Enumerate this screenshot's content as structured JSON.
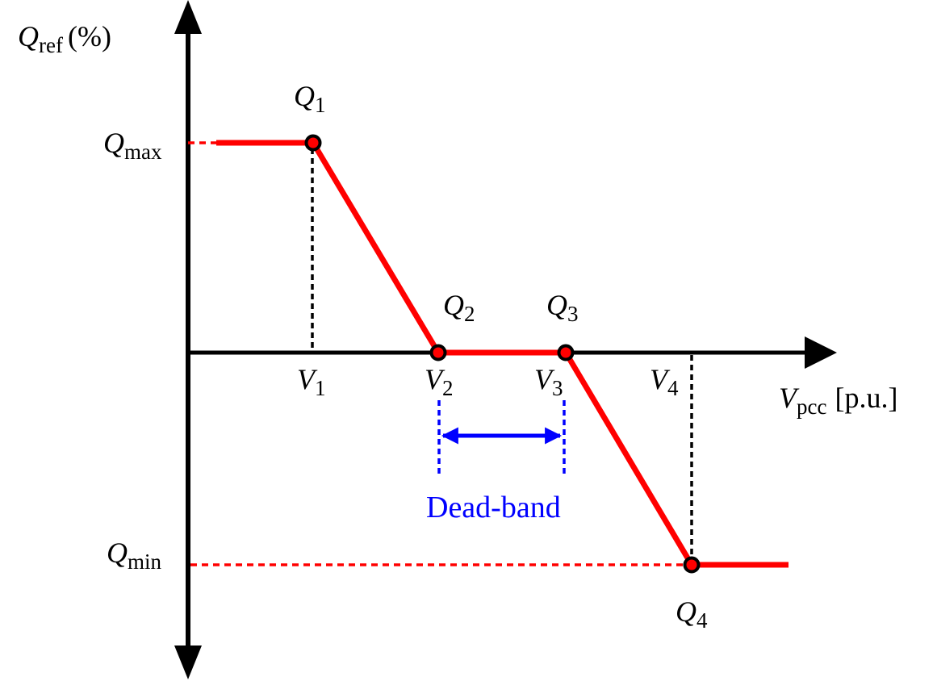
{
  "colors": {
    "axis": "#000000",
    "curve": "#ff0000",
    "dead_band": "#0000ff",
    "point_fill": "#ff0000",
    "point_stroke": "#000000"
  },
  "y_axis": {
    "symbol": "Q",
    "subscript": "ref",
    "unit": "(%)"
  },
  "x_axis": {
    "symbol": "V",
    "subscript": "pcc",
    "unit": "[p.u.]"
  },
  "levels": {
    "q_max": {
      "symbol": "Q",
      "subscript": "max"
    },
    "q_min": {
      "symbol": "Q",
      "subscript": "min"
    }
  },
  "points": [
    {
      "symbol": "Q",
      "subscript": "1"
    },
    {
      "symbol": "Q",
      "subscript": "2"
    },
    {
      "symbol": "Q",
      "subscript": "3"
    },
    {
      "symbol": "Q",
      "subscript": "4"
    }
  ],
  "voltages": [
    {
      "symbol": "V",
      "subscript": "1"
    },
    {
      "symbol": "V",
      "subscript": "2"
    },
    {
      "symbol": "V",
      "subscript": "3"
    },
    {
      "symbol": "V",
      "subscript": "4"
    }
  ],
  "dead_band": {
    "label": "Dead-band"
  }
}
